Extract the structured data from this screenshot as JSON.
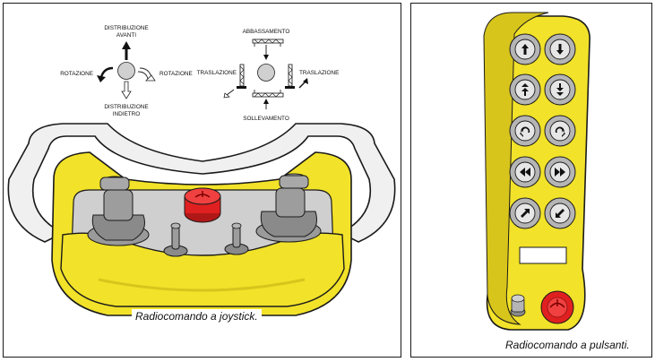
{
  "joystick_panel": {
    "caption": "Radiocomando a joystick.",
    "labels": {
      "forward_line1": "DISTRIBUZIONE",
      "forward_line2": "AVANTI",
      "backward_line1": "DISTRIBUZIONE",
      "backward_line2": "INDIETRO",
      "rotation_left": "ROTAZIONE",
      "rotation_right": "ROTAZIONE",
      "lowering": "ABBASSAMENTO",
      "translation_left": "TRASLAZIONE",
      "translation_right": "TRASLAZIONE",
      "lifting": "SOLLEVAMENTO"
    }
  },
  "button_panel": {
    "caption": "Radiocomando a pulsanti.",
    "buttons": [
      {
        "icon": "arrow-up-icon"
      },
      {
        "icon": "arrow-down-icon"
      },
      {
        "icon": "arrow-up-double-icon"
      },
      {
        "icon": "arrow-down-double-icon"
      },
      {
        "icon": "rotate-left-icon"
      },
      {
        "icon": "rotate-right-icon"
      },
      {
        "icon": "rewind-left-icon"
      },
      {
        "icon": "forward-right-icon"
      },
      {
        "icon": "arrow-diagonal-up-icon"
      },
      {
        "icon": "arrow-diagonal-down-icon"
      }
    ]
  },
  "colors": {
    "yellow": "#f2e229",
    "yellow_dark": "#d8c51c",
    "grey_body": "#c9c9c9",
    "stop_red": "#e02020",
    "outline": "#1a1a1a"
  }
}
